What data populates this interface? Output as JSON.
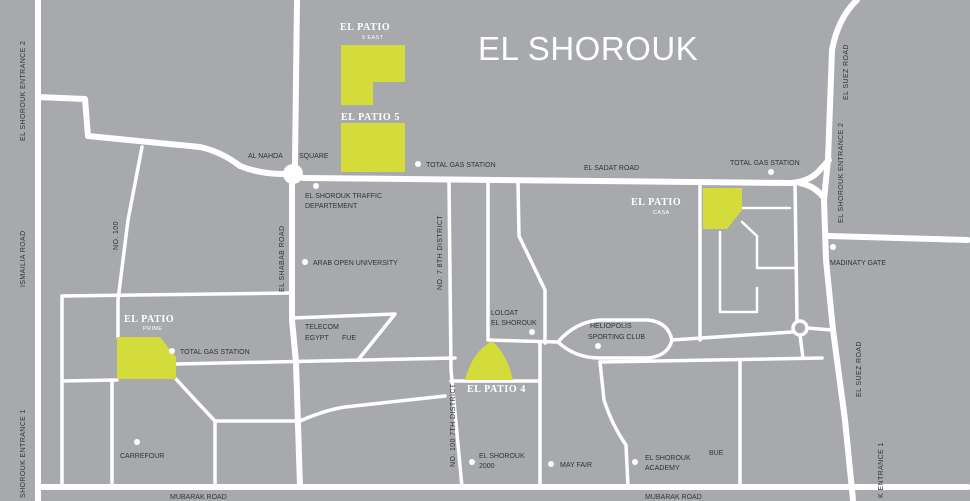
{
  "title": "EL SHOROUK",
  "projects": {
    "patio_5_east": {
      "name": "EL PATIO",
      "sub": "5 EAST"
    },
    "patio_5": {
      "name": "EL PATIO 5"
    },
    "patio_casa": {
      "name": "EL PATIO",
      "sub": "CASA"
    },
    "patio_prime": {
      "name": "EL PATIO",
      "sub": "PRIME"
    },
    "patio_4": {
      "name": "EL PATIO 4"
    }
  },
  "roads": {
    "sadat": "EL SADAT ROAD",
    "entrance2_left": "EL SHOROUK ENTRANCE 2",
    "ismailia": "ISMAILIA ROAD",
    "no100": "NO. 100",
    "shabab": "EL SHABAB ROAD",
    "no7_8th": "NO. 7 8TH DISTRICT",
    "suez_top": "EL SUEZ ROAD",
    "entrance2_right": "EL SHOROUK ENTRANCE 2",
    "suez_bottom": "EL SUEZ ROAD",
    "no100_7th": "NO. 100 7TH DISTRICT",
    "entrance1_left": "SHOROUK ENTRANCE 1",
    "entrance1_right": "K ENTRANCE 1",
    "mubarak_1": "MUBARAK ROAD",
    "mubarak_2": "MUBARAK ROAD"
  },
  "landmarks": {
    "nahda_1": "AL NAHDA",
    "nahda_2": "SQUARE",
    "gas_center": "TOTAL GAS STATION",
    "gas_right": "TOTAL GAS STATION",
    "traffic_1": "EL SHOROUK TRAFFIC",
    "traffic_2": "DEPARTEMENT",
    "aou": "ARAB OPEN UNIVERSITY",
    "madinaty": "MADINATY GATE",
    "gas_left": "TOTAL GAS STATION",
    "telecom_1": "TELECOM",
    "telecom_2": "EGYPT",
    "fue": "FUE",
    "loloat_1": "LOLOAT",
    "loloat_2": "EL SHOROUK",
    "heliopolis_1": "HELIOPOLIS",
    "heliopolis_2": "SPORTING CLUB",
    "carrefour": "CARREFOUR",
    "s2000_1": "EL SHOROUK",
    "s2000_2": "2000",
    "mayfair": "MAY FAIR",
    "academy_1": "EL SHOROUK",
    "academy_2": "ACADEMY",
    "bue": "BUE"
  },
  "colors": {
    "background": "#a7a9ac",
    "road": "#ffffff",
    "project": "#d4dc3c",
    "label": "#333333",
    "title": "#ffffff"
  }
}
